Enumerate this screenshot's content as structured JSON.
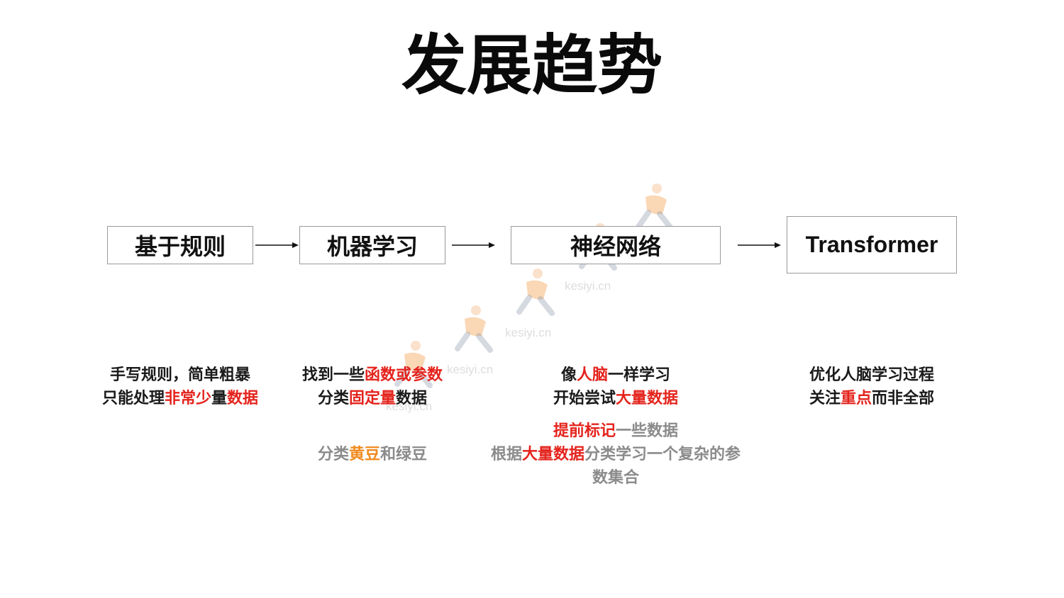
{
  "title": "发展趋势",
  "stages": [
    {
      "label": "基于规则"
    },
    {
      "label": "机器学习"
    },
    {
      "label": "神经网络"
    },
    {
      "label": "Transformer"
    }
  ],
  "descriptions": {
    "rules": {
      "line1": "手写规则，简单粗暴",
      "line2": [
        {
          "text": "只能处理",
          "style": "dark"
        },
        {
          "text": "非常少",
          "style": "red"
        },
        {
          "text": "量",
          "style": "dark"
        },
        {
          "text": "数据",
          "style": "red"
        }
      ]
    },
    "ml": {
      "line1": [
        {
          "text": "找到一些",
          "style": "dark"
        },
        {
          "text": "函数或参数",
          "style": "red"
        }
      ],
      "line2": [
        {
          "text": "分类",
          "style": "dark"
        },
        {
          "text": "固定量",
          "style": "red"
        },
        {
          "text": "数据",
          "style": "dark"
        }
      ],
      "example": [
        {
          "text": "分类",
          "style": "gray"
        },
        {
          "text": "黄豆",
          "style": "orange"
        },
        {
          "text": "和绿豆",
          "style": "gray"
        }
      ]
    },
    "nn": {
      "line1": [
        {
          "text": "像",
          "style": "dark"
        },
        {
          "text": "人脑",
          "style": "red"
        },
        {
          "text": "一样学习",
          "style": "dark"
        }
      ],
      "line2": [
        {
          "text": "开始尝试",
          "style": "dark"
        },
        {
          "text": "大量数据",
          "style": "red"
        }
      ],
      "example1": [
        {
          "text": "提前标记",
          "style": "red"
        },
        {
          "text": "一些数据",
          "style": "gray"
        }
      ],
      "example2": [
        {
          "text": "根据",
          "style": "gray"
        },
        {
          "text": "大量数据",
          "style": "red"
        },
        {
          "text": "分类学习一个复杂的参",
          "style": "gray"
        }
      ],
      "example3": "数集合"
    },
    "transformer": {
      "line1": "优化人脑学习过程",
      "line2": [
        {
          "text": "关注",
          "style": "dark"
        },
        {
          "text": "重点",
          "style": "red"
        },
        {
          "text": "而非全部",
          "style": "dark"
        }
      ]
    }
  },
  "watermark": {
    "text": "kesiyi.cn",
    "icon": "running-person-icon",
    "color": "#f3a75a"
  },
  "colors": {
    "accent_red": "#e4231c",
    "accent_orange": "#f08a1e",
    "muted_gray": "#8b8b8b"
  }
}
